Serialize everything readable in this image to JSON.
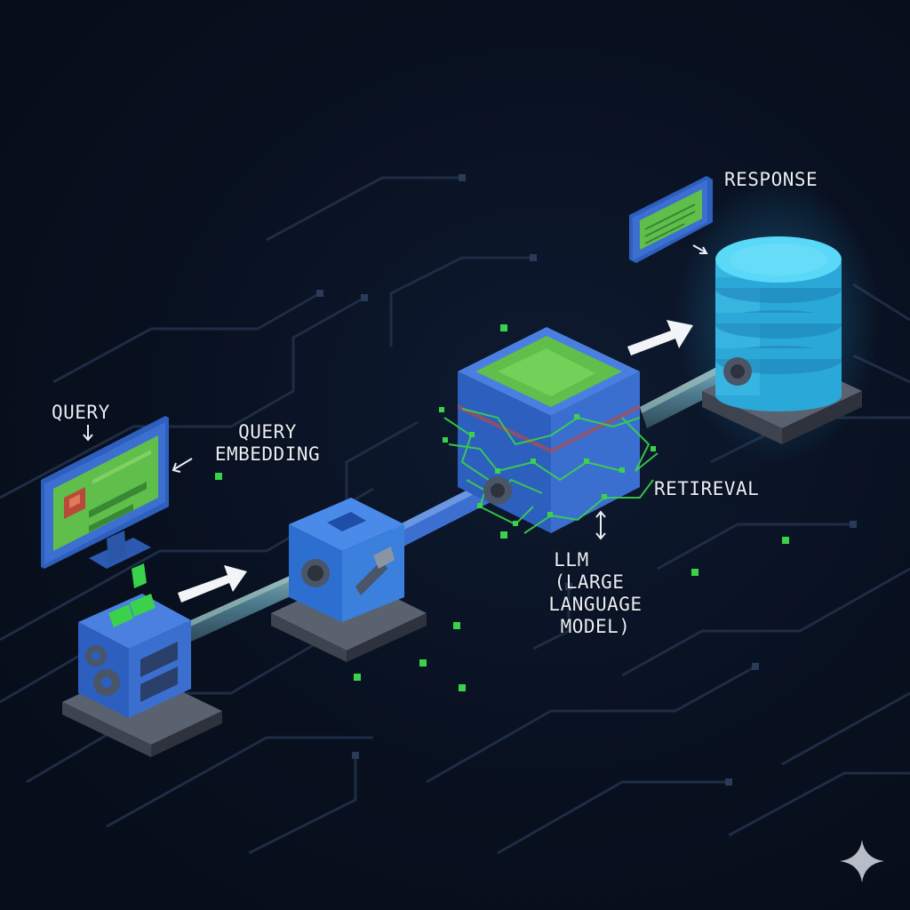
{
  "labels": {
    "query": "QUERY",
    "query_embedding_line1": "QUERY",
    "query_embedding_line2": "EMBEDDING",
    "retrieval": "RETIREVAL",
    "llm_line1": "LLM",
    "llm_line2": "(LARGE",
    "llm_line3": "LANGUAGE",
    "llm_line4": "MODEL)",
    "response": "RESPONSE"
  },
  "colors": {
    "background": "#08101e",
    "circuit": "#1e2c45",
    "block_blue": "#3a6fd0",
    "screen_green": "#5fbf4a",
    "database_cyan": "#3fc8ee",
    "accent_green": "#3ad24a",
    "pipe": "#4d7a8c"
  },
  "icons": {
    "corner_mark": "sparkle-icon"
  }
}
